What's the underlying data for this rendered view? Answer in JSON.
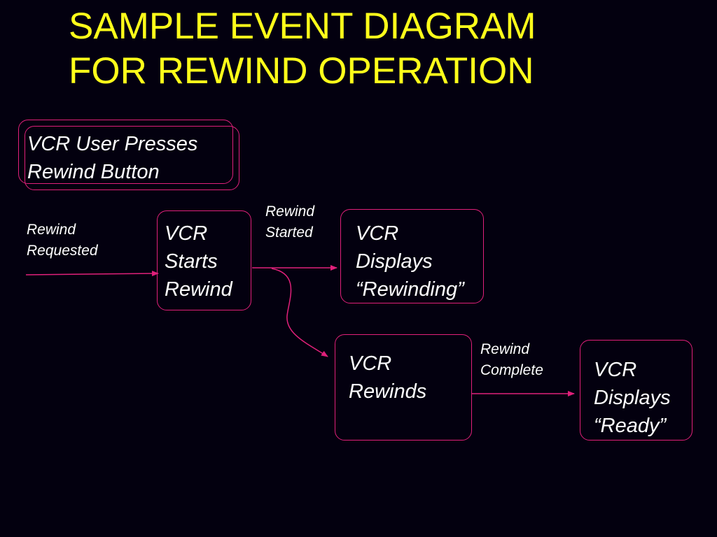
{
  "title": {
    "line1": "SAMPLE EVENT DIAGRAM",
    "line2": "FOR REWIND OPERATION"
  },
  "nodes": {
    "user_presses": {
      "line1": "VCR User Presses",
      "line2": "Rewind Button"
    },
    "starts_rewind": {
      "line1": "VCR",
      "line2": "Starts",
      "line3": "Rewind"
    },
    "displays_rewinding": {
      "line1": "VCR",
      "line2": "Displays",
      "line3": "“Rewinding”"
    },
    "rewinds": {
      "line1": "VCR",
      "line2": "Rewinds"
    },
    "displays_ready": {
      "line1": "VCR",
      "line2": "Displays",
      "line3": "“Ready”"
    }
  },
  "events": {
    "rewind_requested": {
      "line1": "Rewind",
      "line2": "Requested"
    },
    "rewind_started": {
      "line1": "Rewind",
      "line2": "Started"
    },
    "rewind_complete": {
      "line1": "Rewind",
      "line2": "Complete"
    }
  },
  "colors": {
    "background": "#03000f",
    "title": "#ffff1a",
    "text": "#ffffff",
    "connector": "#e0207a"
  }
}
